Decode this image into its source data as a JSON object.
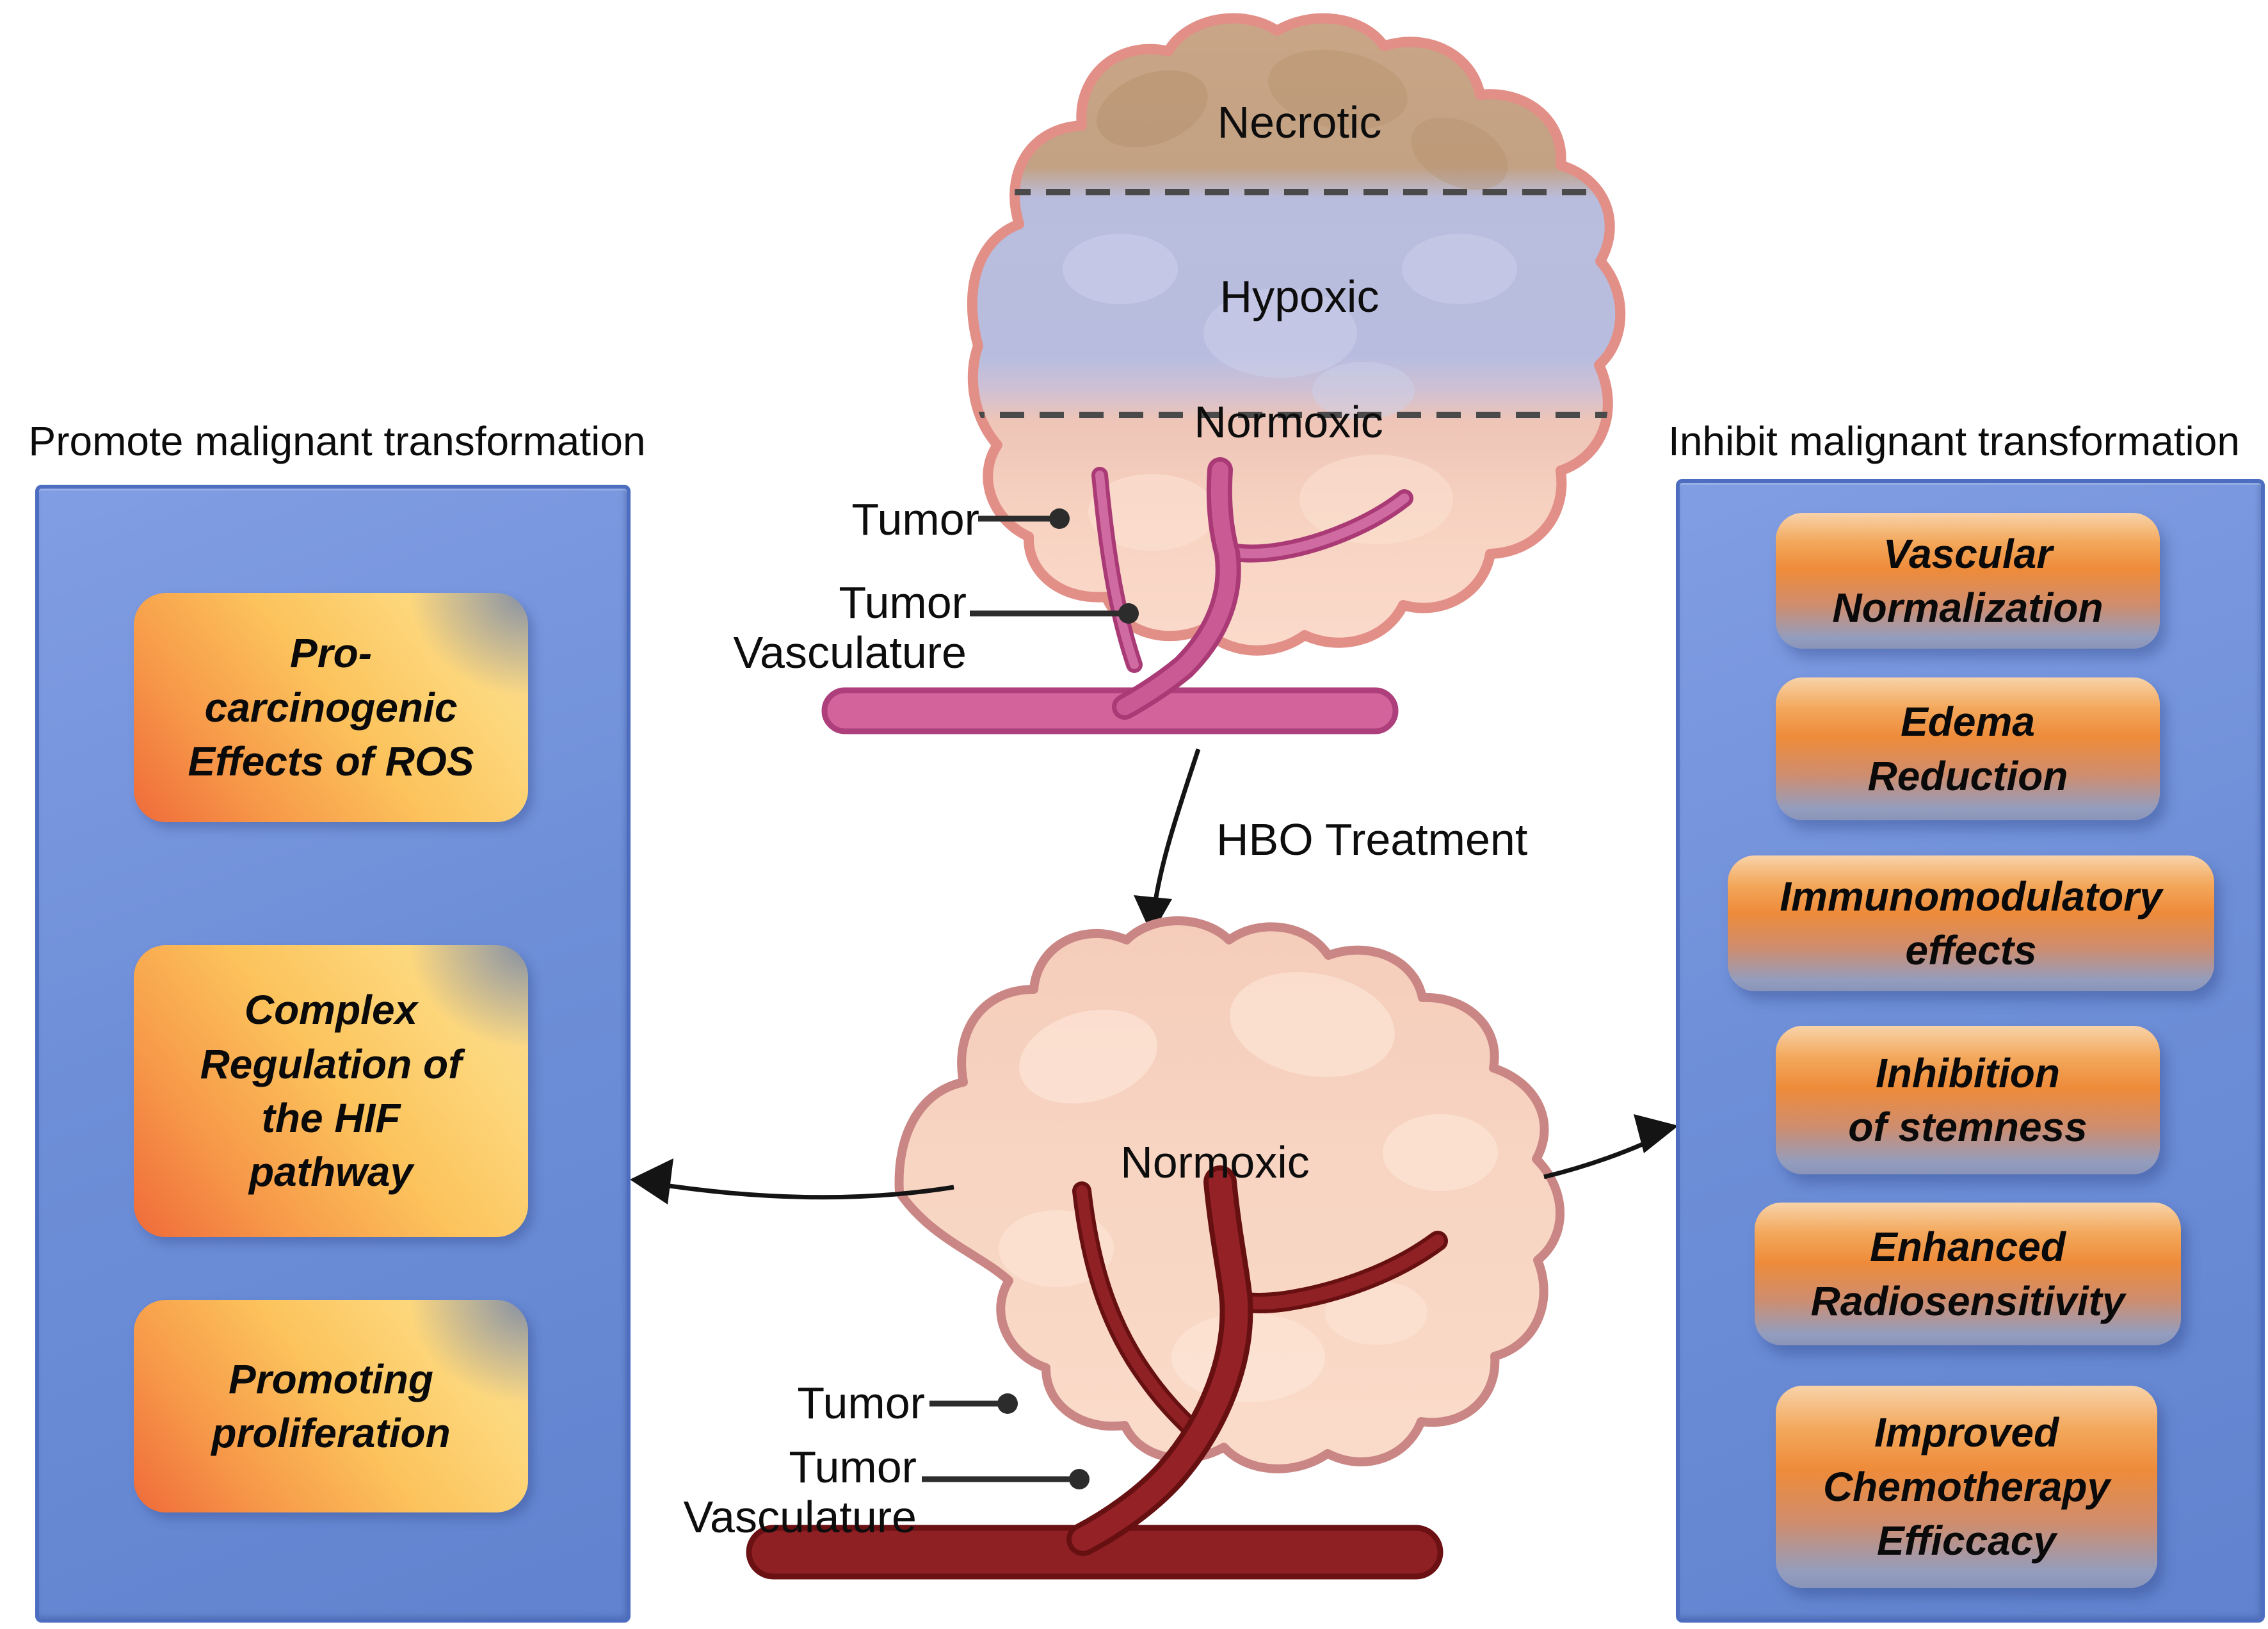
{
  "page": {
    "headings": {
      "left": "Promote malignant transformation",
      "right": "Inhibit malignant transformation"
    },
    "left_boxes": [
      "Pro-\ncarcinogenic\nEffects of ROS",
      "Complex\nRegulation of\nthe HIF\npathway",
      "Promoting\nproliferation"
    ],
    "right_boxes": [
      "Vascular\nNormalization",
      "Edema\nReduction",
      "Immunomodulatory\neffects",
      "Inhibition\nof stemness",
      "Enhanced\nRadiosensitivity",
      "Improved\nChemotherapy\nEfficcacy"
    ],
    "tumor_before": {
      "necrotic": "Necrotic",
      "hypoxic": "Hypoxic",
      "normoxic": "Normoxic",
      "tumor": "Tumor",
      "vasculature": "Tumor\nVasculature"
    },
    "hbo": "HBO Treatment",
    "tumor_after": {
      "normoxic": "Normoxic",
      "tumor": "Tumor",
      "vasculature": "Tumor\nVasculature"
    },
    "colors": {
      "panel_blue": "#6e8fd8",
      "panel_border": "#4d6ec0",
      "warm_yellow": "#fcc35c",
      "deep_orange": "#ef6a3a",
      "peach_top": "#f8d3a9",
      "orange_mid": "#ee8b3a",
      "slate_fade": "#8994b9",
      "necrotic_tan": "#c6a384",
      "hypoxic_lavender": "#b8bdde",
      "normoxic_pink": "#f8d3c2",
      "tumor_outline_top": "#e28f88",
      "tumor_outline_bottom": "#c98684",
      "vessel_pink": "#d2639b",
      "vessel_pink_border": "#ad3f7c",
      "vessel_dark_red": "#8e1f22",
      "vessel_dark_border": "#6b1013",
      "arrow_black": "#141414"
    }
  }
}
